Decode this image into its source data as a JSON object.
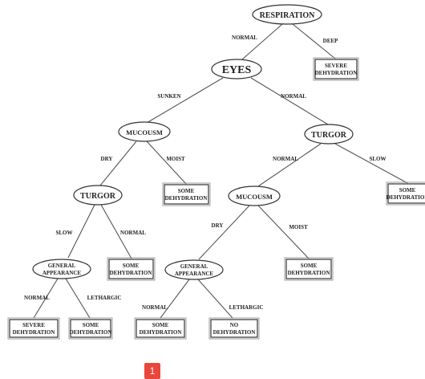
{
  "tree": {
    "nodes": {
      "respiration": "RESPIRATION",
      "eyes": "EYES",
      "mucousm_left": "MUCOUSM",
      "turgor_right": "TURGOR",
      "turgor_left": "TURGOR",
      "mucousm_right": "MUCOUSM",
      "general_appearance_left": [
        "GENERAL",
        "APPEARANCE"
      ],
      "general_appearance_right": [
        "GENERAL",
        "APPEARANCE"
      ]
    },
    "leaves": {
      "deep_severe": [
        "SEVERE",
        "DEHYDRATION"
      ],
      "moist_some_left": [
        "SOME",
        "DEHYDRATION"
      ],
      "slow_some_right": [
        "SOME",
        "DEHYDRATION"
      ],
      "normal_some_left": [
        "SOME",
        "DEHYDRATION"
      ],
      "moist_some_right": [
        "SOME",
        "DEHYDRATION"
      ],
      "normal_severe": [
        "SEVERE",
        "DEHYDRATION"
      ],
      "lethargic_some_left": [
        "SOME",
        "DEHYDRATION"
      ],
      "normal_some_bottom": [
        "SOME",
        "DEHYDRATION"
      ],
      "lethargic_no": [
        "NO",
        "DEHYDRATION"
      ]
    },
    "edges": {
      "resp_normal": "NORMAL",
      "resp_deep": "DEEP",
      "eyes_sunken": "SUNKEN",
      "eyes_normal": "NORMAL",
      "mucl_dry": "DRY",
      "mucl_moist": "MOIST",
      "turr_normal": "NORMAL",
      "turr_slow": "SLOW",
      "turl_slow": "SLOW",
      "turl_normal": "NORMAL",
      "mucr_dry": "DRY",
      "mucr_moist": "MOIST",
      "gal_normal": "NORMAL",
      "gal_lethargic": "LETHARGIC",
      "gar_normal": "NORMAL",
      "gar_lethargic": "LETHARGIC"
    }
  },
  "page_badge": "1",
  "colors": {
    "line": "#555555",
    "text": "#222222",
    "badge": "#e8473a"
  }
}
